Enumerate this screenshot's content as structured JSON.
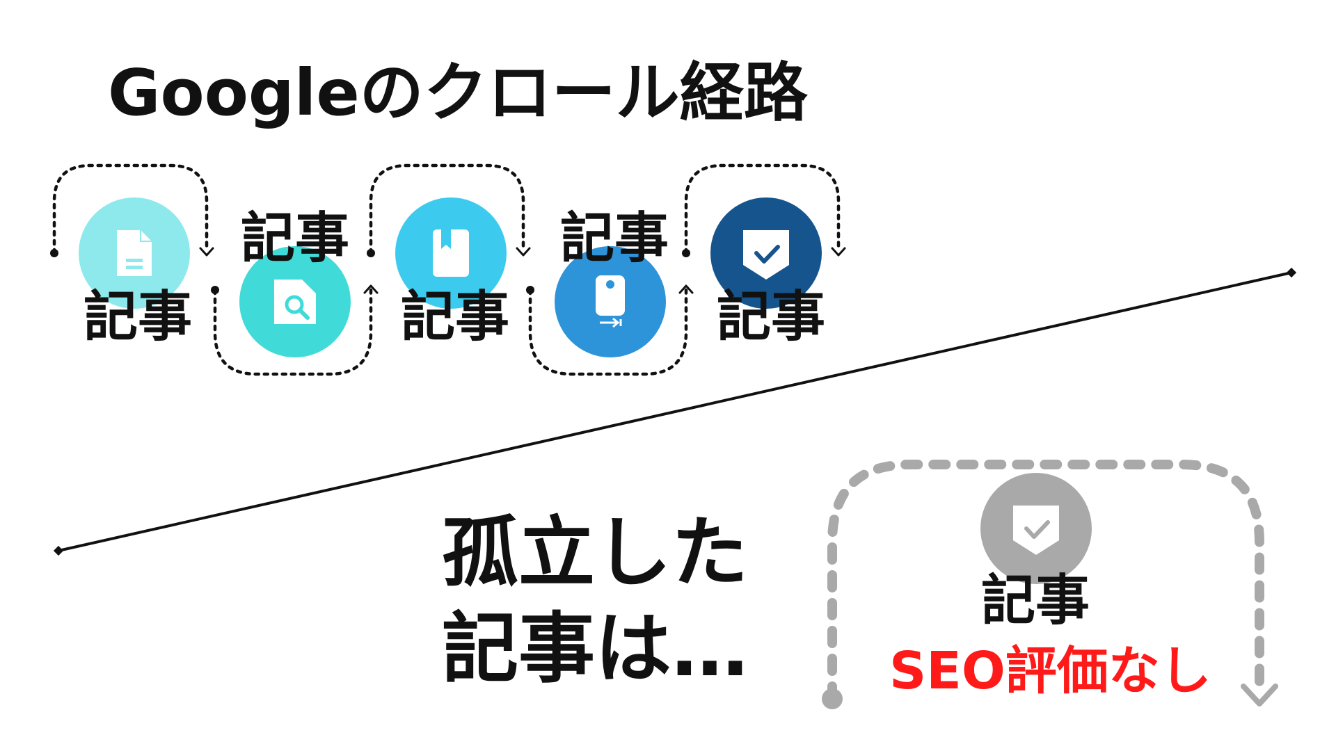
{
  "title": "Googleのクロール経路",
  "article_label": "記事",
  "crawl_nodes": [
    {
      "icon": "document-icon",
      "color": "#8de9ec"
    },
    {
      "icon": "document-search-icon",
      "color": "#40dbd8"
    },
    {
      "icon": "bookmark-book-icon",
      "color": "#3ccbee"
    },
    {
      "icon": "device-transfer-icon",
      "color": "#2e94da"
    },
    {
      "icon": "shield-check-icon",
      "color": "#16548d"
    }
  ],
  "isolated": {
    "headline_line1": "孤立した",
    "headline_line2": "記事は…",
    "label": "記事",
    "note": "SEO評価なし",
    "icon": "shield-check-icon",
    "color": "#a9a9a9",
    "note_color": "#ff1a1a"
  }
}
